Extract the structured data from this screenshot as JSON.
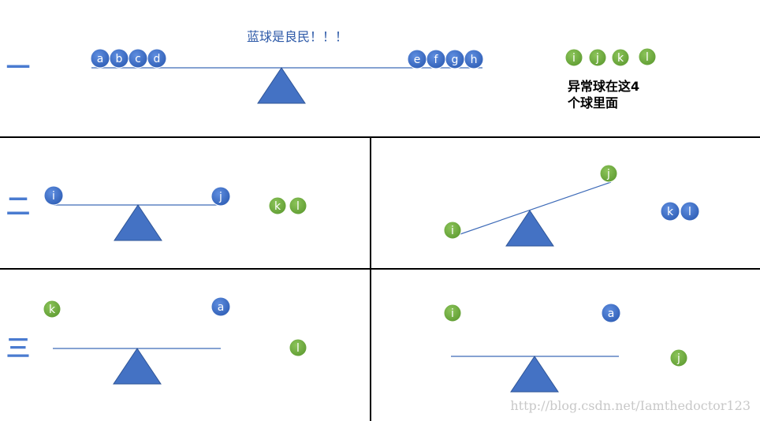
{
  "panels": {
    "one": {
      "numeral": "一",
      "title": "蓝球是良民！！！",
      "left_balls": [
        "a",
        "b",
        "c",
        "d"
      ],
      "right_balls": [
        "e",
        "f",
        "g",
        "h"
      ],
      "green_balls": [
        "i",
        "j",
        "k",
        "l"
      ],
      "note_line1": "异常球在这4",
      "note_line2": "个球里面"
    },
    "two": {
      "numeral": "二",
      "left_ball": "i",
      "right_ball": "j",
      "side_balls": [
        "k",
        "l"
      ]
    },
    "two_b": {
      "low_ball": "i",
      "high_ball": "j",
      "side_balls": [
        "k",
        "l"
      ]
    },
    "three": {
      "numeral": "三",
      "left_ball": "k",
      "right_ball": "a",
      "side_ball": "l"
    },
    "three_b": {
      "left_ball": "i",
      "right_ball": "a",
      "side_ball": "j"
    }
  },
  "watermark": "http://blog.csdn.net/Iamthedoctor123",
  "colors": {
    "blue_ball": "#3f6fc4",
    "green_ball": "#6fac3f",
    "fulcrum": "#4472c4",
    "beam": "#3e6bb8",
    "divider": "#000000"
  }
}
